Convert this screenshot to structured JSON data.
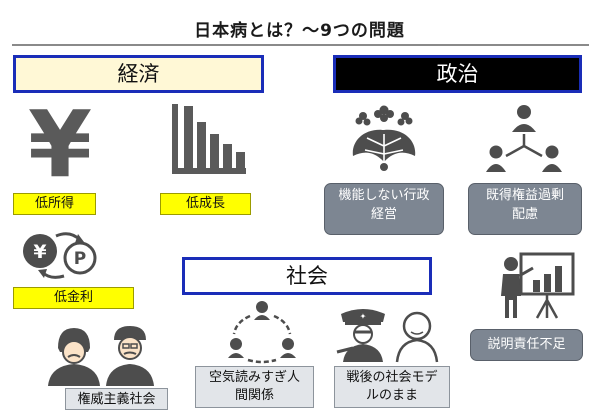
{
  "title": "日本病とは？～9つの問題",
  "categories": {
    "economy": "経済",
    "politics": "政治",
    "society": "社会"
  },
  "issues": {
    "low_income": "低所得",
    "low_growth": "低成長",
    "low_interest": "低金利",
    "dysfunctional_admin_line1": "機能しない行政",
    "dysfunctional_admin_line2": "経営",
    "vested_interests_line1": "既得権益過剰",
    "vested_interests_line2": "配慮",
    "accountability": "説明責任不足",
    "authoritarian": "権威主義社会",
    "conformity_line1": "空気読みすぎ人",
    "conformity_line2": "間関係",
    "postwar_model_line1": "戦後の社会モデ",
    "postwar_model_line2": "ルのまま"
  },
  "icon_text": {
    "yen_symbol": "¥",
    "points_symbol": "P",
    "cap_badge": "✦"
  },
  "colors": {
    "frame_blue": "#1a2db8",
    "economy_fill": "#fff8d6",
    "politics_fill": "#000000",
    "highlight_yellow": "#ffff00",
    "politics_label": "#7d8692",
    "society_label": "#e2e5e9",
    "icon_gray": "#5a5a5a"
  }
}
